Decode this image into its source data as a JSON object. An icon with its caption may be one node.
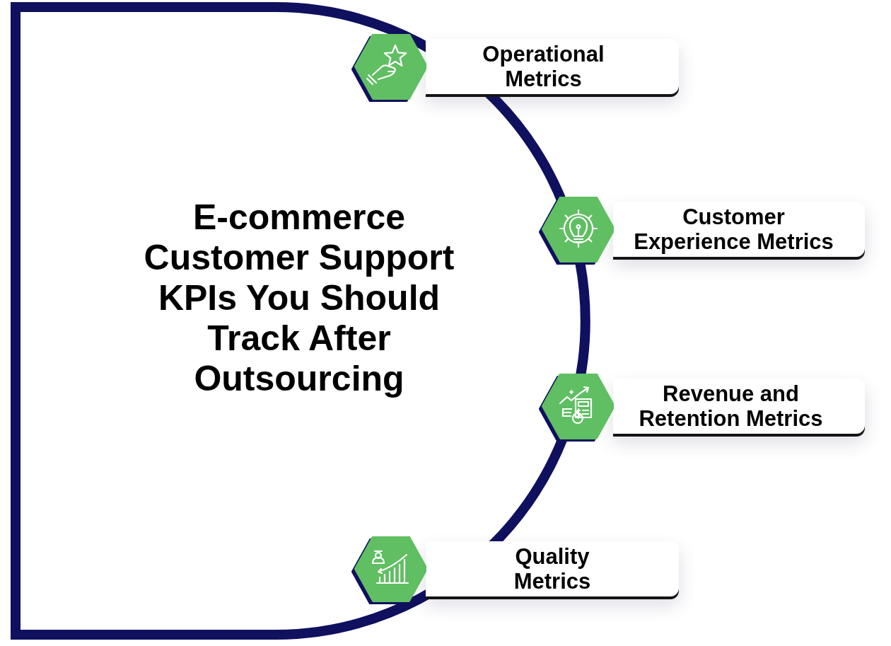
{
  "diagram": {
    "title": "E-commerce Customer Support KPIs You Should Track After Outsourcing",
    "nodes": [
      {
        "text": [
          "Operational Metrics"
        ]
      },
      {
        "text": [
          "Customer Experience Metrics"
        ]
      },
      {
        "text": [
          "Revenue and Retention Metrics"
        ]
      },
      {
        "text": [
          "Quality Metrics"
        ]
      }
    ]
  }
}
